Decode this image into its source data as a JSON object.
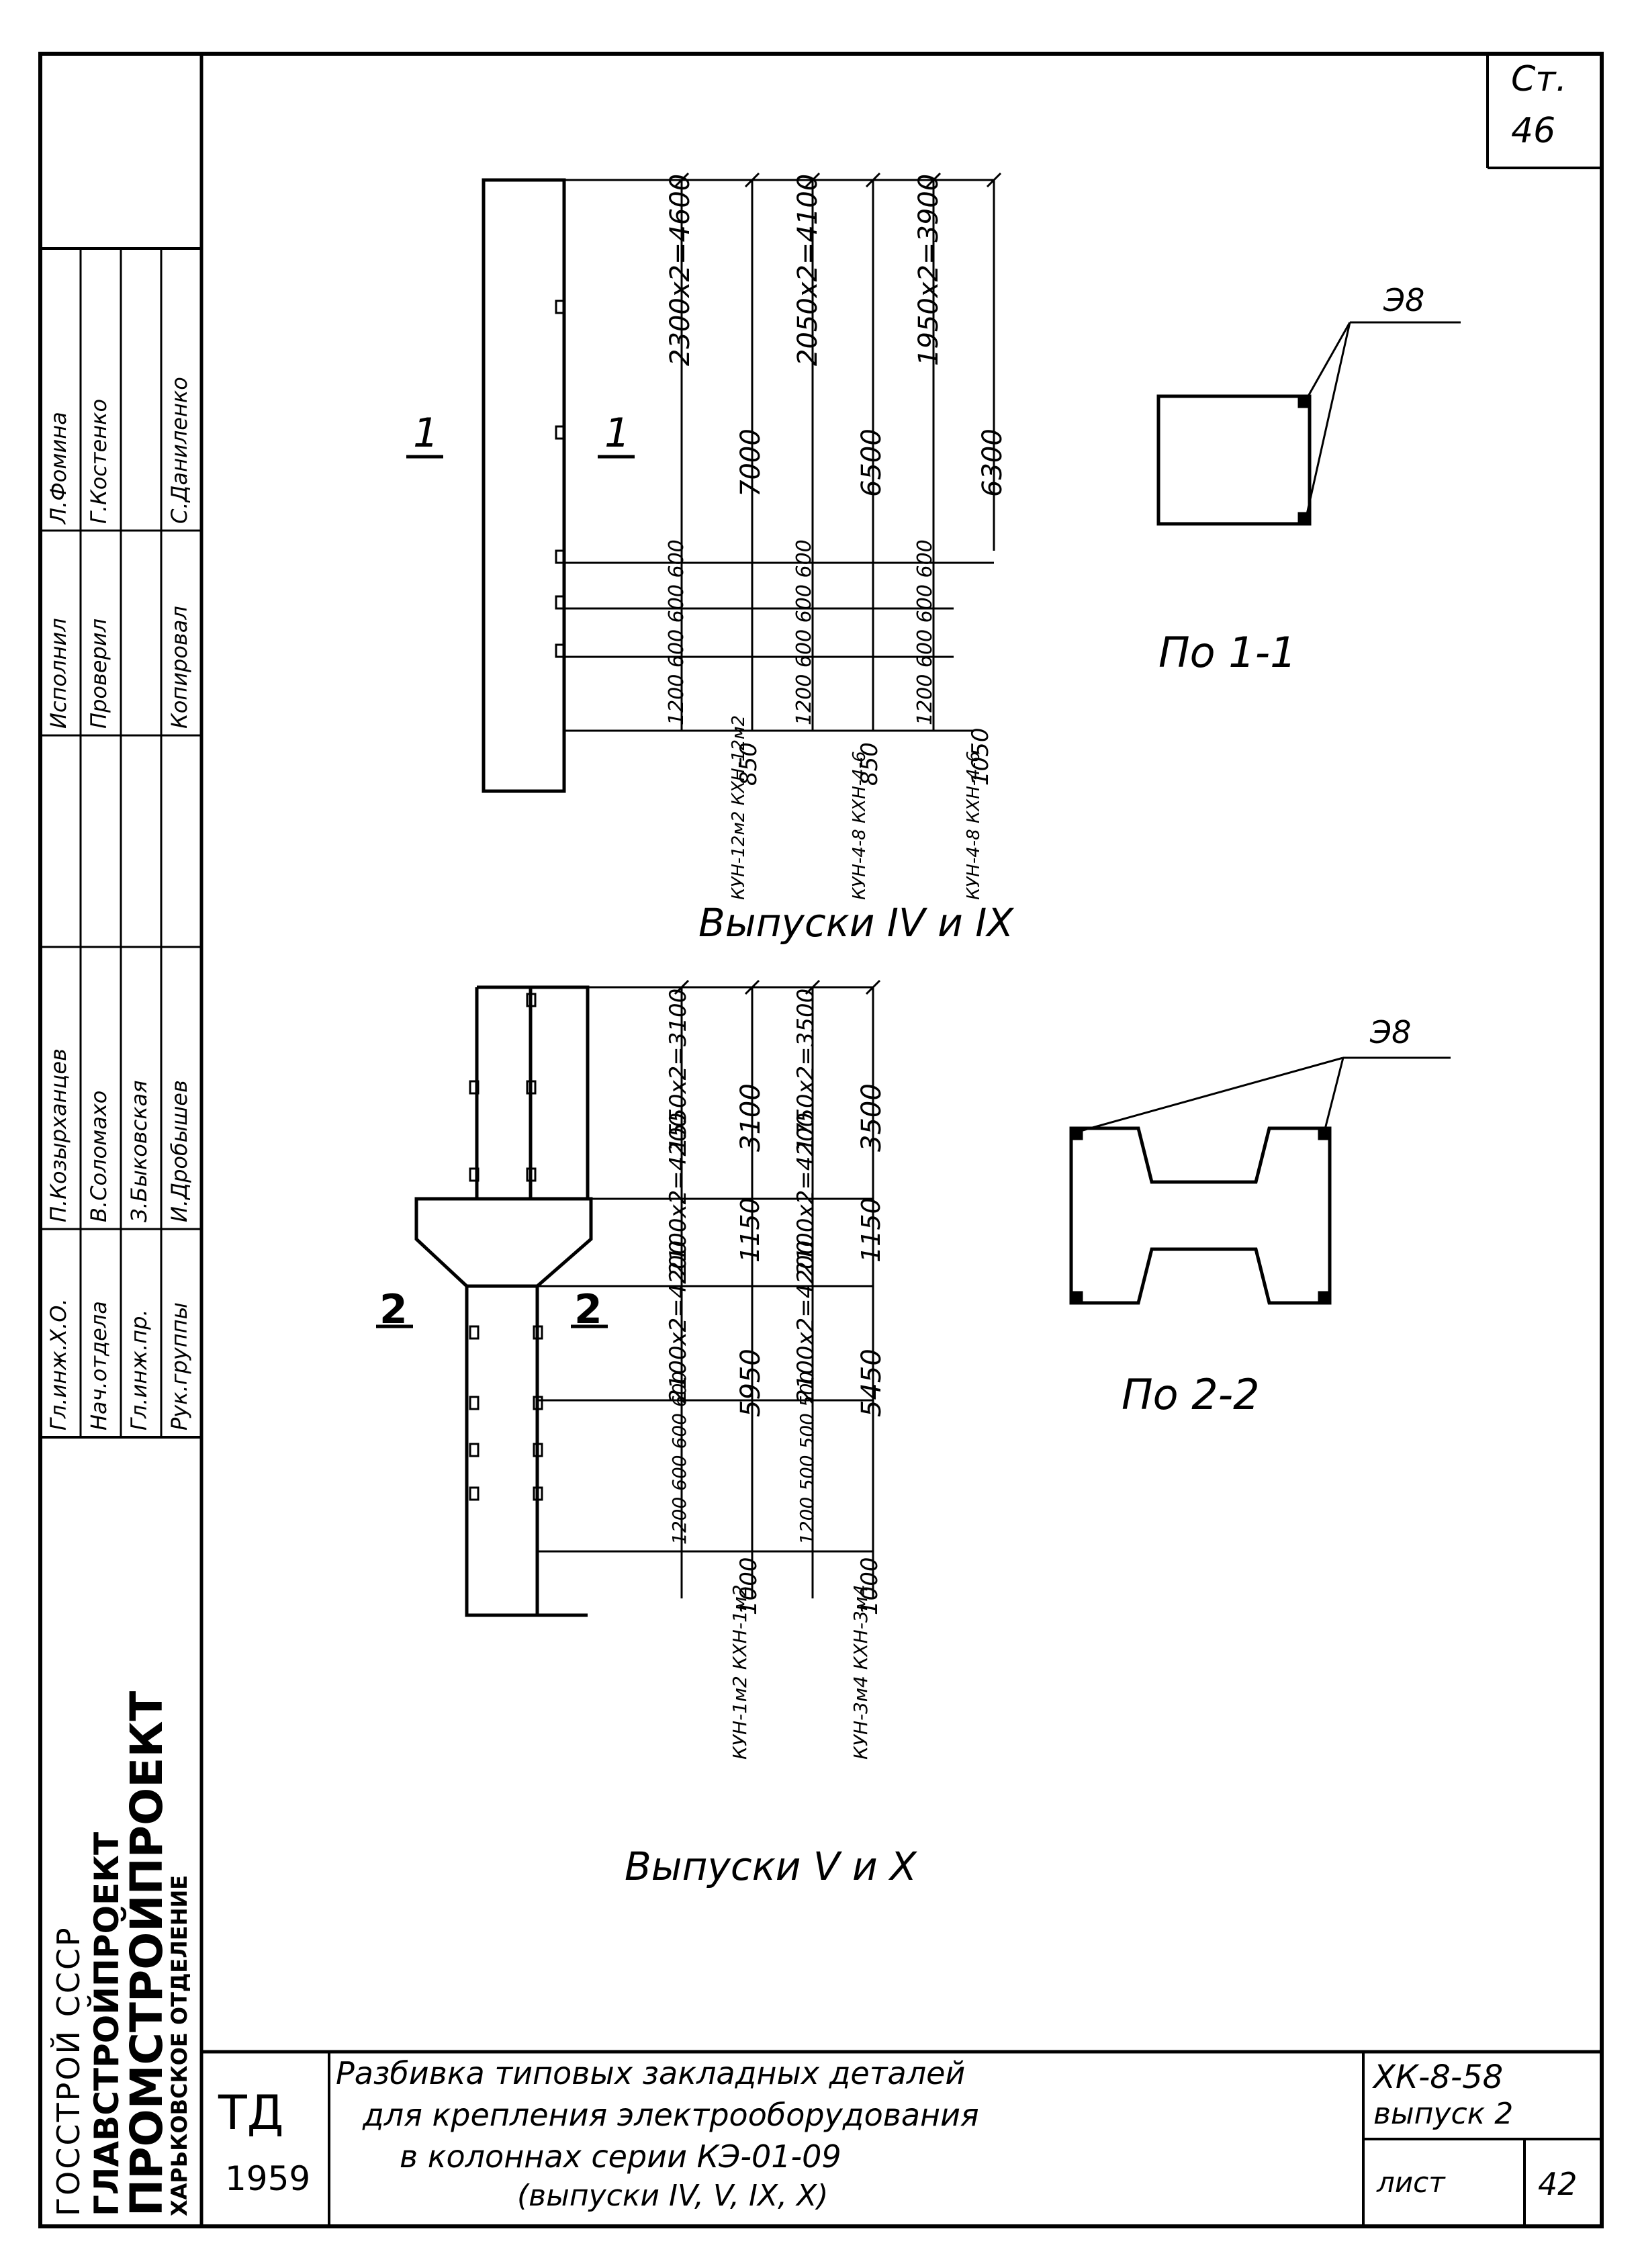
{
  "corner": {
    "page_label": "Ст.",
    "page_number": "46"
  },
  "org": {
    "line1": "ГОССТРОЙ СССР",
    "line2": "ГЛАВСТРОЙПРОЕКТ",
    "line3": "ПРОМСТРОЙПРОЕКТ",
    "line4": "ХАРЬКОВСКОЕ ОТДЕЛЕНИЕ"
  },
  "signatures": [
    {
      "role": "Гл.инж.Х.О.",
      "name": "П.Козырханцев"
    },
    {
      "role": "Нач.отдела",
      "name": "В.Соломахо"
    },
    {
      "role": "Гл.инж.пр.",
      "name": "З.Быковская"
    },
    {
      "role": "Рук.группы",
      "name": "И.Дробышев"
    },
    {
      "role": "Исполнил",
      "name": "Л.Фомина"
    },
    {
      "role": "Проверил",
      "name": "Г.Костенко"
    },
    {
      "role": "Копировал",
      "name": "С.Даниленко"
    }
  ],
  "views": {
    "top": {
      "col_marks": [
        "1",
        "1"
      ],
      "dims_total": [
        "2300х2=4600",
        "7000",
        "2050х2=4100",
        "6500",
        "1950х2=3900",
        "6300"
      ],
      "dims_lower": [
        "1200 600 600 600",
        "1200 600 600 600",
        "1200 600 600 600"
      ],
      "heights": [
        "850",
        "850",
        "1050"
      ],
      "col_codes": [
        "КУН-12м2 КХН-12м2",
        "КУН-4-8 КХН-4-6",
        "КУН-4-8 КХН-4-6"
      ],
      "caption": "Выпуски IV и IX",
      "section_label": "По 1-1",
      "detail_ref": "Э8"
    },
    "bottom": {
      "col_marks": [
        "2",
        "2"
      ],
      "dims_total": [
        "1550х2=3100",
        "3100",
        "1750х2=3500",
        "3500"
      ],
      "dims_mid": [
        "2100х2=4200",
        "1150",
        "2100х2=4200",
        "1150"
      ],
      "dims_lower": [
        "2100х2=4200",
        "5950",
        "2100х2=4200",
        "5450"
      ],
      "dims_bottom": [
        "1200 600 600 600",
        "1200 500 500 500"
      ],
      "heights": [
        "1000",
        "1000"
      ],
      "col_codes": [
        "КУН-1м2 КХН-1м2",
        "КУН-3м4 КХН-3м4"
      ],
      "caption": "Выпуски V и X",
      "section_label": "По 2-2",
      "detail_ref": "Э8"
    }
  },
  "title_block": {
    "td": "ТД",
    "year": "1959",
    "title_l1": "Разбивка типовых закладных деталей",
    "title_l2": "для крепления электрооборудования",
    "title_l3": "в колоннах серии КЭ-01-09",
    "title_l4": "(выпуски IV, V, IX, X)",
    "code": "ХК-8-58",
    "issue": "выпуск 2",
    "sheet_label": "лист",
    "sheet_number": "42"
  }
}
